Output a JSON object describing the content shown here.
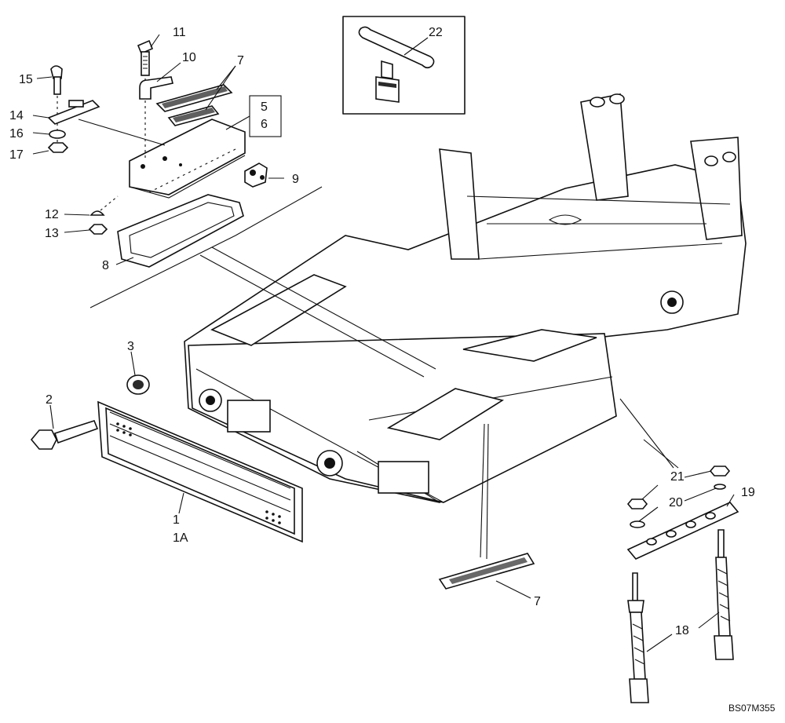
{
  "diagram": {
    "reference_code": "BS07M355",
    "callouts": {
      "c1": "1",
      "c1a": "1A",
      "c2": "2",
      "c3": "3",
      "c5": "5",
      "c6": "6",
      "c7_top": "7",
      "c7_bottom": "7",
      "c8": "8",
      "c9": "9",
      "c10": "10",
      "c11": "11",
      "c12": "12",
      "c13": "13",
      "c14": "14",
      "c15": "15",
      "c16": "16",
      "c17": "17",
      "c18": "18",
      "c19": "19",
      "c20": "20",
      "c21": "21",
      "c22": "22"
    }
  }
}
